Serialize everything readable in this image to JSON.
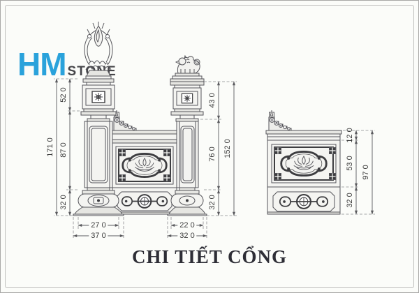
{
  "page": {
    "background": "#fbfcf9",
    "border_color": "#c2c2c0"
  },
  "logo": {
    "hm": "HM",
    "stone": "STONE",
    "hm_color": "#2aa2db",
    "stone_color": "#46464a"
  },
  "drawing_title": "CHI TIẾT CỔNG",
  "drawing": {
    "line_color": "#55555a",
    "ornament_color": "#3d3d40",
    "dims": {
      "pillar1": {
        "total": "171 0",
        "top": "52 0",
        "shaft": "87 0",
        "base": "32 0",
        "width_inner": "27 0",
        "width_outer": "37 0"
      },
      "pillar2": {
        "total": "152 0",
        "top": "43 0",
        "shaft": "76 0",
        "base": "32 0",
        "width_inner": "22 0",
        "width_outer": "32 0"
      },
      "wall": {
        "top": "12 0",
        "panel": "53 0",
        "base": "32 0",
        "total": "97 0"
      }
    }
  }
}
